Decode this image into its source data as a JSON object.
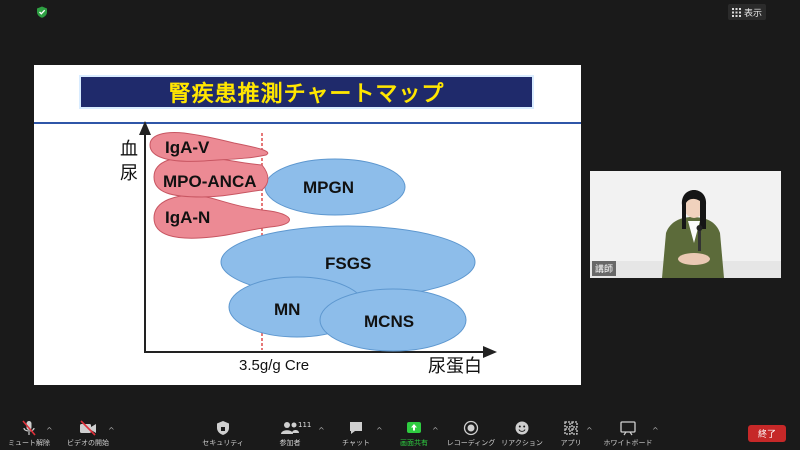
{
  "header": {
    "view_label": "表示",
    "view_icon": "grid-icon",
    "security_icon": "shield-check-icon"
  },
  "slide": {
    "title": "腎疾患推測チャートマップ",
    "y_axis_label": [
      "血",
      "尿"
    ],
    "x_axis_label": "尿蛋白",
    "threshold_label": "3.5g/g Cre",
    "regions": {
      "igav": "IgA-V",
      "mpo": "MPO-ANCA",
      "igan": "IgA-N",
      "mpgn": "MPGN",
      "fsgs": "FSGS",
      "mn": "MN",
      "mcns": "MCNS"
    },
    "colors": {
      "title_bg": "#1f2a6b",
      "title_text": "#ffe600",
      "red_region": "#ec8a94",
      "blue_region": "#8dbdea"
    }
  },
  "video": {
    "name": "講師"
  },
  "toolbar": {
    "items": [
      {
        "label": "ミュート解除",
        "icon": "mic-muted-icon"
      },
      {
        "label": "ビデオの開始",
        "icon": "video-off-icon"
      },
      {
        "label": "セキュリティ",
        "icon": "shield-icon"
      },
      {
        "label": "参加者",
        "icon": "participants-icon",
        "count": "111"
      },
      {
        "label": "チャット",
        "icon": "chat-icon"
      },
      {
        "label": "画面共有",
        "icon": "share-screen-icon"
      },
      {
        "label": "レコーディング",
        "icon": "record-icon"
      },
      {
        "label": "リアクション",
        "icon": "reaction-icon"
      },
      {
        "label": "アプリ",
        "icon": "apps-icon"
      },
      {
        "label": "ホワイトボード",
        "icon": "whiteboard-icon"
      }
    ],
    "end_label": "終了"
  }
}
